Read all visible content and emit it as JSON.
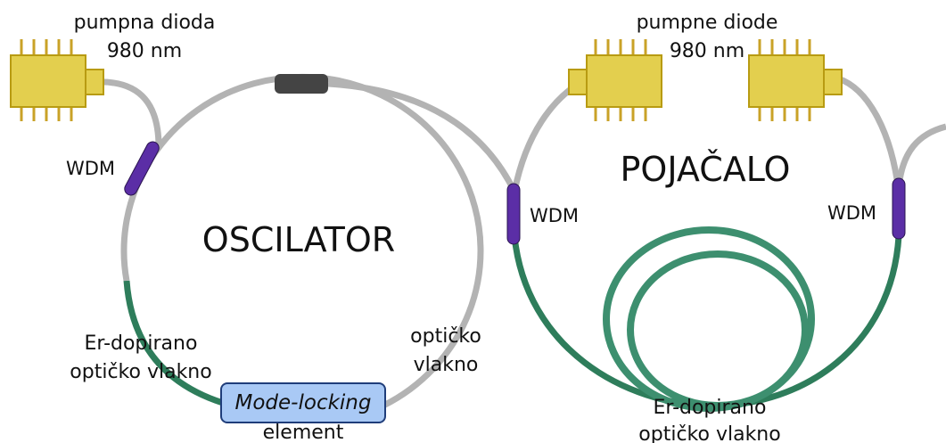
{
  "labels": {
    "pump_single_line1": "pumpna dioda",
    "pump_single_line2": "980 nm",
    "pump_double_line1": "pumpne diode",
    "pump_double_line2": "980 nm",
    "wdm_left": "WDM",
    "wdm_mid": "WDM",
    "wdm_right": "WDM",
    "oscillator": "OSCILATOR",
    "amplifier": "POJAČALO",
    "er_fiber_osc_line1": "Er-dopirano",
    "er_fiber_osc_line2": "optičko vlakno",
    "fiber_line1": "optičko",
    "fiber_line2": "vlakno",
    "mode_locking": "Mode-locking",
    "mode_locking_sub": "element",
    "er_fiber_amp_line1": "Er-dopirano",
    "er_fiber_amp_line2": "optičko vlakno"
  },
  "colors": {
    "passive_fiber": "#b3b3b3",
    "er_fiber": "#2e7d5b",
    "er_coil": "#3d8f6f",
    "wdm": "#5b2ea6",
    "diode_body": "#e3cf4e",
    "diode_border": "#b89b12",
    "diode_pins": "#c9a227",
    "coupler": "#444444",
    "mode_locking_fill": "#a9c9f5",
    "mode_locking_border": "#1f3d7a"
  }
}
